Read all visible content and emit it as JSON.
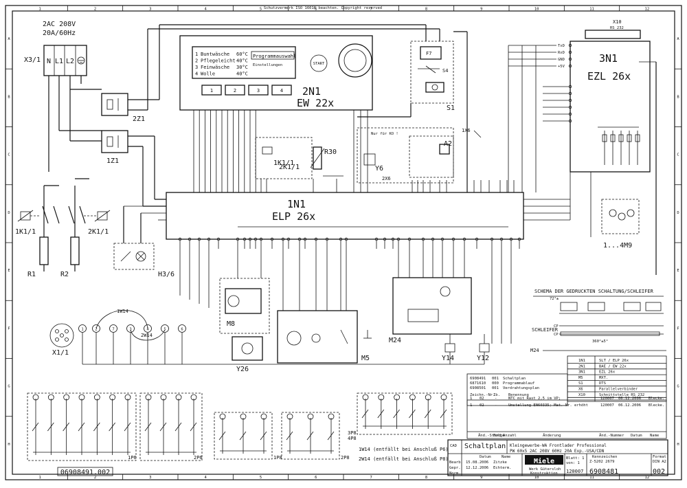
{
  "header": {
    "copyright": "Schutzvermerk ISO 16016 beachten.   Copyright reserved"
  },
  "grid": {
    "cols": [
      "1",
      "2",
      "3",
      "4",
      "5",
      "6",
      "7",
      "8",
      "9",
      "10",
      "11",
      "12"
    ],
    "rows": [
      "A",
      "B",
      "C",
      "D",
      "E",
      "F",
      "G",
      "H"
    ]
  },
  "supply": {
    "line1": "2AC 208V",
    "line2": "20A/60Hz",
    "connector": "X3/1",
    "terminals": [
      "N",
      "L1",
      "L2"
    ]
  },
  "filters": {
    "f2": "2Z1",
    "f1": "1Z1"
  },
  "relays_left": {
    "k1": "1K1/1",
    "k2": "2K1/1"
  },
  "heaters": {
    "r1": "R1",
    "r2": "R2"
  },
  "lamp": "H3/6",
  "plug": "X1/1",
  "wire_labels": {
    "w1": "1W14",
    "w2": "2W14"
  },
  "ew": {
    "code": "2N1",
    "name": "EW 22x",
    "programs": [
      {
        "n": "1",
        "label": "Buntwäsche",
        "temp": "60°C"
      },
      {
        "n": "2",
        "label": "Pflegeleicht",
        "temp": "40°C"
      },
      {
        "n": "3",
        "label": "Feinwäsche",
        "temp": "30°C"
      },
      {
        "n": "4",
        "label": "Wolle",
        "temp": "40°C"
      }
    ],
    "prog_title": "Programmauswahl",
    "settings": "Einstellungen",
    "start": "START",
    "buttons": [
      "1",
      "2",
      "3",
      "4"
    ]
  },
  "s1": {
    "fuse": "F7",
    "switch": "S4",
    "code": "S1"
  },
  "elp": {
    "code": "1N1",
    "name": "ELP 26x"
  },
  "ezl": {
    "connector": "X10",
    "port": "RS 232",
    "code": "3N1",
    "name": "EZL 26x",
    "pins": [
      "TxD",
      "RxD",
      "GND",
      "+5V"
    ]
  },
  "parts": {
    "k1": "1K1/1",
    "k2": "2K1/1",
    "r30": "R30",
    "a2": "A2",
    "y6": "Y6",
    "x6_1": "1X6",
    "x6_2": "2X6",
    "m8": "M8",
    "y26": "Y26",
    "m5": "M5",
    "m24": "M24",
    "y14": "Y14",
    "y12": "Y12",
    "motors": "1...4M9",
    "nur_ko": "Nur für KO !"
  },
  "schema": {
    "title": "SCHEMA DER GEDRUCKTEN SCHALTUNG/SCHLEIFER",
    "schleifer": "SCHLEIFER",
    "cp1": "CP",
    "cp2": "CP",
    "angle1": "72°±",
    "angle2": "360°±5°",
    "m24": "M24"
  },
  "docs": [
    {
      "nr": "6908491",
      "pos": "001",
      "label": "Schaltplan"
    },
    {
      "nr": "6871610",
      "pos": "000",
      "label": "Programmablauf"
    },
    {
      "nr": "6908501",
      "pos": "001",
      "label": "Verdrahtungsplan"
    }
  ],
  "doc_header": {
    "zeichnr": "Zeichn.-Nr.",
    "ib": "Ib.",
    "benennung": "Benennung"
  },
  "legend": [
    {
      "code": "1N1",
      "desc": "SLT / ELP 26x"
    },
    {
      "code": "2N1",
      "desc": "BAE / EW 22x"
    },
    {
      "code": "3N1",
      "desc": "EZL 26x"
    },
    {
      "code": "M5",
      "desc": "MXT."
    },
    {
      "code": "S1",
      "desc": "DTS"
    },
    {
      "code": "X6",
      "desc": "Parallelverbinder"
    },
    {
      "code": "X10",
      "desc": "Schnittstelle RS 232"
    }
  ],
  "revisions": [
    {
      "a": "1",
      "b": "02",
      "c": "-",
      "text": "NTC mit Rast 2,5 im VP;",
      "nr": "120007",
      "date": "06.12.2006",
      "name": "Blecke."
    },
    {
      "a": "1",
      "b": "02",
      "c": "-",
      "text": "Umstellung EN60335; Mat.-Nr. erhöht",
      "nr": "120007",
      "date": "06.12.2006",
      "name": "Blecke."
    }
  ],
  "rev_header": {
    "aend": "Änd.-Stand",
    "folge": "Folge",
    "anzahl": "Anzahl",
    "aenderung": "Änderung",
    "aendnr": "Änd.-Nummer",
    "datum": "Datum",
    "name": "Name"
  },
  "title_block": {
    "cad": "CAD",
    "type": "Schaltplan",
    "desc1": "Kleingewerbe-WA Frontlader Professional",
    "desc2": "PW 60x5   2AC 208V 60Hz 20A Exp.-USA/CDN",
    "datum": "Datum",
    "name": "Name",
    "bearb": "Bearb.",
    "bearb_date": "15.08.2006",
    "bearb_name": "Zitzke",
    "gepr": "Gepr.",
    "gepr_date": "12.12.2006",
    "gepr_name": "Echterm.",
    "norm": "Norm.",
    "brand": "Miele",
    "werk1": "Werk Gütersloh",
    "werk2": "Konstruktion",
    "blatt": "Blatt: 1",
    "von": "von: 1",
    "kennz": "Kennzeichen",
    "kennz_val": "Z-5202 2679",
    "format": "Format",
    "format_val": "DIN A2",
    "aend_nr": "120007",
    "ident": "6908481",
    "version": "002",
    "sheet_code": "06908491.002"
  },
  "bottom": {
    "note1": "1W14 (entfällt bei Anschluß P6)",
    "note2": "2W14 (entfällt bei Anschluß P8)",
    "p_labels": [
      "1P6",
      "2P6",
      "1P8",
      "2P8",
      "3P8",
      "4P8"
    ]
  }
}
